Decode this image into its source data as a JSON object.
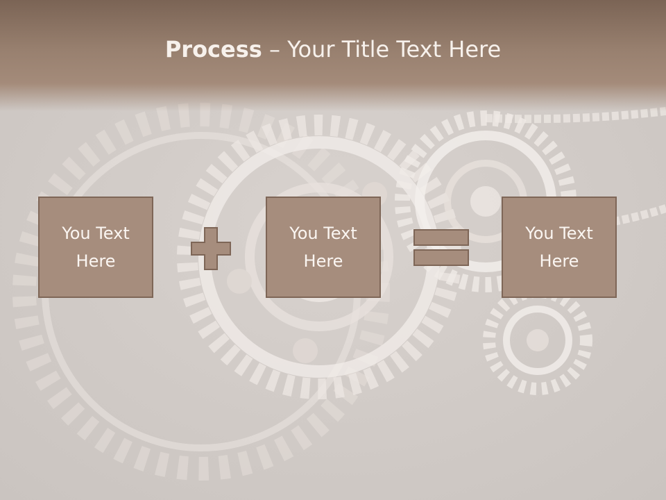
{
  "title": {
    "bold": "Process",
    "rest": " – Your Title Text Here"
  },
  "boxes": [
    {
      "text": "You Text\nHere"
    },
    {
      "text": "You Text\nHere"
    },
    {
      "text": "You Text\nHere"
    }
  ],
  "operators": {
    "first": "plus",
    "second": "equals"
  },
  "colors": {
    "header": "#8e7565",
    "box_fill": "#a68d7d",
    "box_border": "#7e6657",
    "text": "#fbf6f2",
    "background": "#cfc9c5"
  }
}
